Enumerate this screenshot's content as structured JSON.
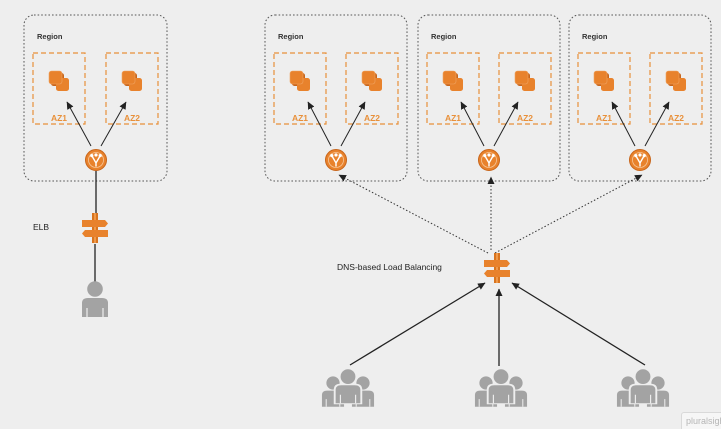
{
  "colors": {
    "background": "#eeeeee",
    "region_border": "#555555",
    "az_border": "#e8903a",
    "instance": "#e8822c",
    "instance_dark": "#c8651a",
    "elb": "#e8822c",
    "user": "#a3a3a3",
    "arrow": "#222222",
    "az_label": "#e8903a"
  },
  "icons": {
    "instance": "ec2-instance-icon",
    "elb": "elastic-load-balancer-icon",
    "dns": "route53-dns-icon",
    "user": "user-icon",
    "users": "user-group-icon"
  },
  "left": {
    "region_label": "Region",
    "az_labels": [
      "AZ1",
      "AZ2"
    ],
    "elb_label": "ELB"
  },
  "right": {
    "regions": [
      {
        "label": "Region",
        "az_labels": [
          "AZ1",
          "AZ2"
        ]
      },
      {
        "label": "Region",
        "az_labels": [
          "AZ1",
          "AZ2"
        ]
      },
      {
        "label": "Region",
        "az_labels": [
          "AZ1",
          "AZ2"
        ]
      }
    ],
    "dns_label": "DNS-based Load Balancing"
  },
  "watermark": "pluralsight"
}
